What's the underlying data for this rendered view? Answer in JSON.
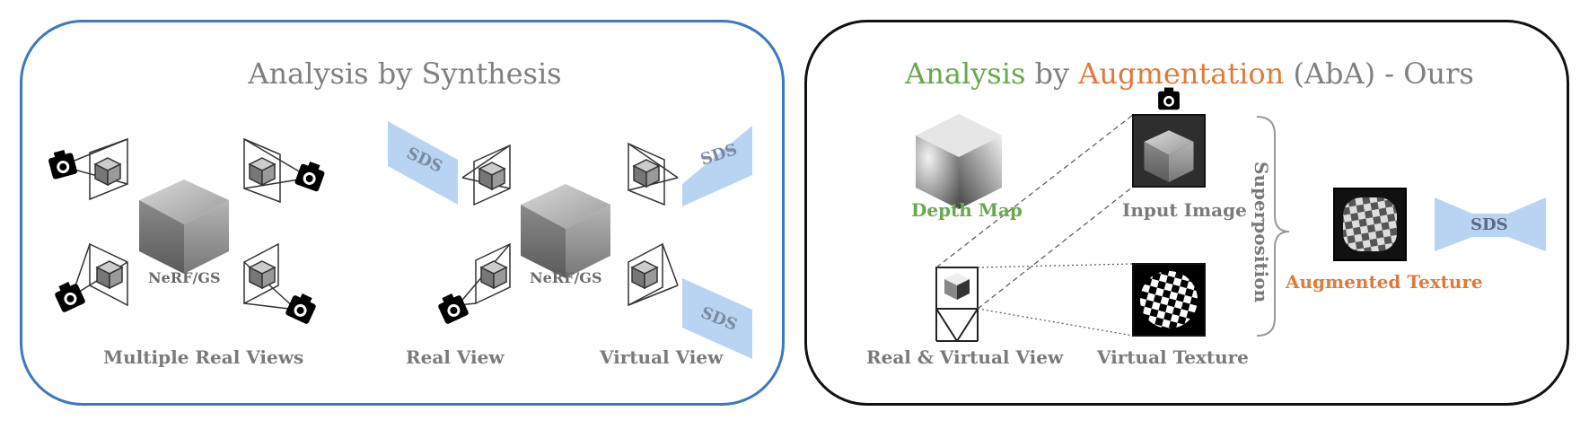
{
  "left": {
    "title": "Analysis by Synthesis",
    "nerf_label_1": "NeRF/GS",
    "nerf_label_2": "NeRF/GS",
    "sds_1": "SDS",
    "sds_2": "SDS",
    "sds_3": "SDS",
    "caption_multiple": "Multiple Real Views",
    "caption_real": "Real View",
    "caption_virtual": "Virtual View"
  },
  "right": {
    "title_part1": "Analysis",
    "title_part2": " by ",
    "title_part3": "Augmentation",
    "title_part4": " (AbA) - Ours",
    "depth_map": "Depth Map",
    "input_image": "Input Image",
    "superposition": "Superposition",
    "augmented_texture": "Augmented Texture",
    "sds": "SDS",
    "real_virtual_view": "Real & Virtual View",
    "virtual_texture": "Virtual Texture"
  },
  "colors": {
    "left_border": "#3d78c0",
    "right_border": "#111111",
    "green": "#6aa84f",
    "orange": "#e07a3b",
    "sds_fill": "#b9d4f2"
  }
}
